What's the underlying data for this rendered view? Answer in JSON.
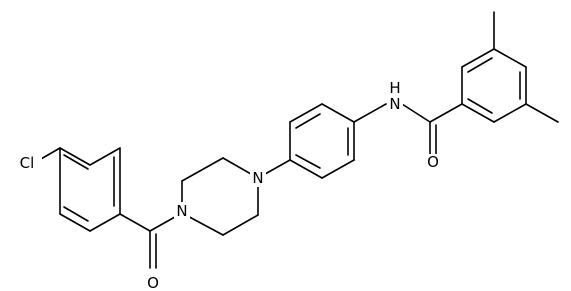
{
  "molecule": {
    "atoms": {
      "chlorine": "Cl",
      "amide_nitrogen": "N",
      "amide_hydrogen": "H",
      "amide_oxygen": "O",
      "ketone_oxygen": "O",
      "piperazine_nitrogen_aryl": "N",
      "piperazine_nitrogen_acyl": "N"
    }
  },
  "colors": {
    "bond": "#000000",
    "text": "#000000",
    "background": "#ffffff"
  }
}
